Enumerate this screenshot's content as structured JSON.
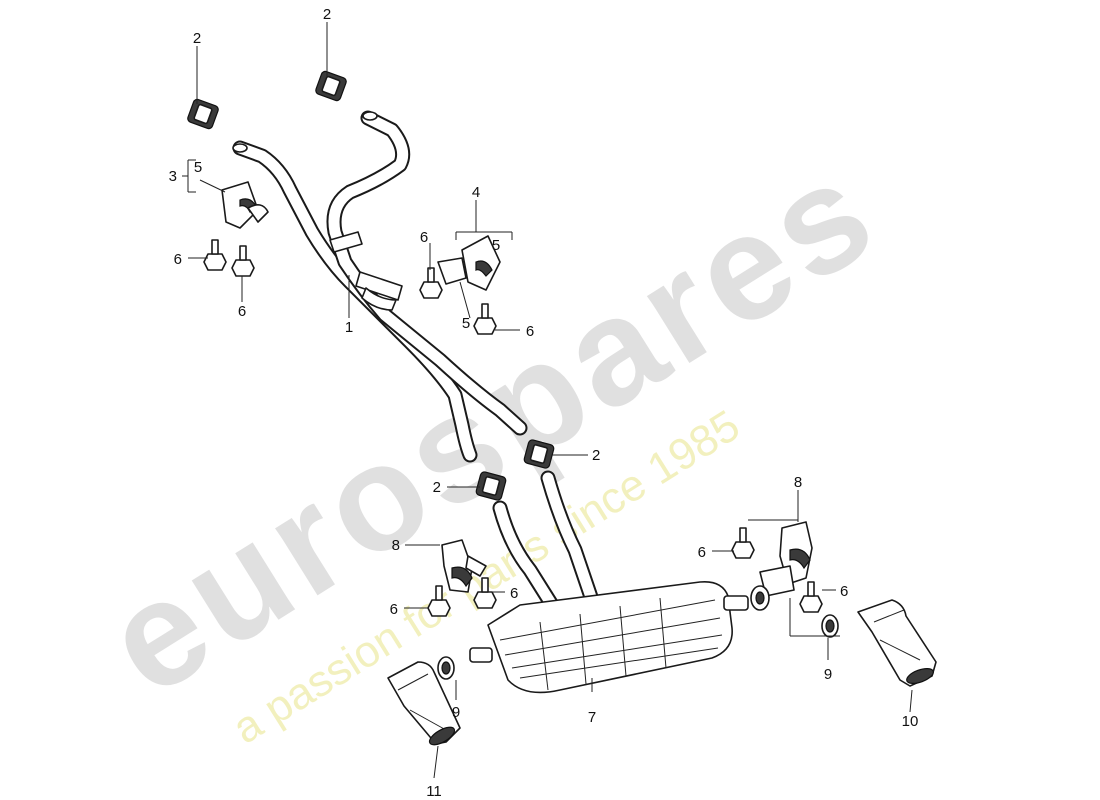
{
  "watermark": {
    "brand": "eurospares",
    "tagline": "a passion for parts since 1985",
    "brand_color": "#c8c8c8",
    "tagline_color": "#e9e58a"
  },
  "callouts": {
    "c1": "1",
    "c2a": "2",
    "c2b": "2",
    "c2c": "2",
    "c2d": "2",
    "c3": "3",
    "c4": "4",
    "c5a": "5",
    "c5b": "5",
    "c5c": "5",
    "c6a": "6",
    "c6b": "6",
    "c6c": "6",
    "c6d": "6",
    "c6e": "6",
    "c6f": "6",
    "c6g": "6",
    "c6h": "6",
    "c7": "7",
    "c8a": "8",
    "c8b": "8",
    "c9a": "9",
    "c9b": "9",
    "c10": "10",
    "c11": "11"
  }
}
